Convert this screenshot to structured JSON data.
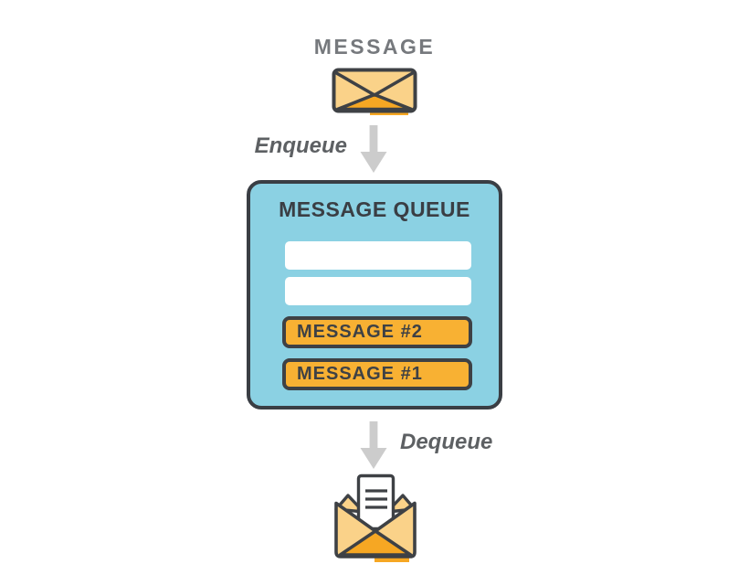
{
  "colors": {
    "background": "#ffffff",
    "queue_fill": "#8bd1e3",
    "outline": "#3e4145",
    "box_border": "#3a3e44",
    "message_fill": "#f8b133",
    "envelope_light": "#fad289",
    "envelope_dark": "#f6a723",
    "muted_title_text": "#76797d",
    "action_label_text": "#5d6063",
    "arrow": "#cccccc",
    "paper": "#ffffff"
  },
  "diagram": {
    "source_title": "MESSAGE",
    "enqueue_label": "Enqueue",
    "dequeue_label": "Dequeue",
    "queue": {
      "title": "MESSAGE QUEUE",
      "empty_slot_count": 2,
      "messages": [
        {
          "label": "MESSAGE #2"
        },
        {
          "label": "MESSAGE #1"
        }
      ]
    },
    "icons": {
      "input": "closed-envelope-icon",
      "output": "open-envelope-icon",
      "flow": "down-arrow-icon"
    }
  }
}
